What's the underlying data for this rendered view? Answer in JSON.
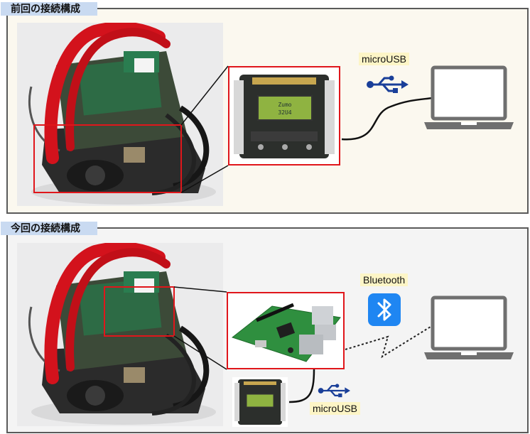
{
  "sections": {
    "previous": {
      "title": "前回の接続構成",
      "connection_label": "microUSB"
    },
    "current": {
      "title": "今回の接続構成",
      "wireless_label": "Bluetooth",
      "wired_label": "microUSB"
    }
  },
  "board_lcd": {
    "line1": "Zumo",
    "line2": "32U4"
  },
  "icons": [
    "usb-icon",
    "bluetooth-icon",
    "laptop-icon",
    "robot-photo",
    "zumo-board",
    "raspberry-pi-board"
  ],
  "colors": {
    "highlight_red": "#e0161b",
    "usb_blue": "#1a3f99",
    "bluetooth_blue": "#1f86f2",
    "laptop_gray": "#6f6f6f",
    "label_blue": "#c9daf1",
    "note_yellow": "#fdf5c6"
  }
}
